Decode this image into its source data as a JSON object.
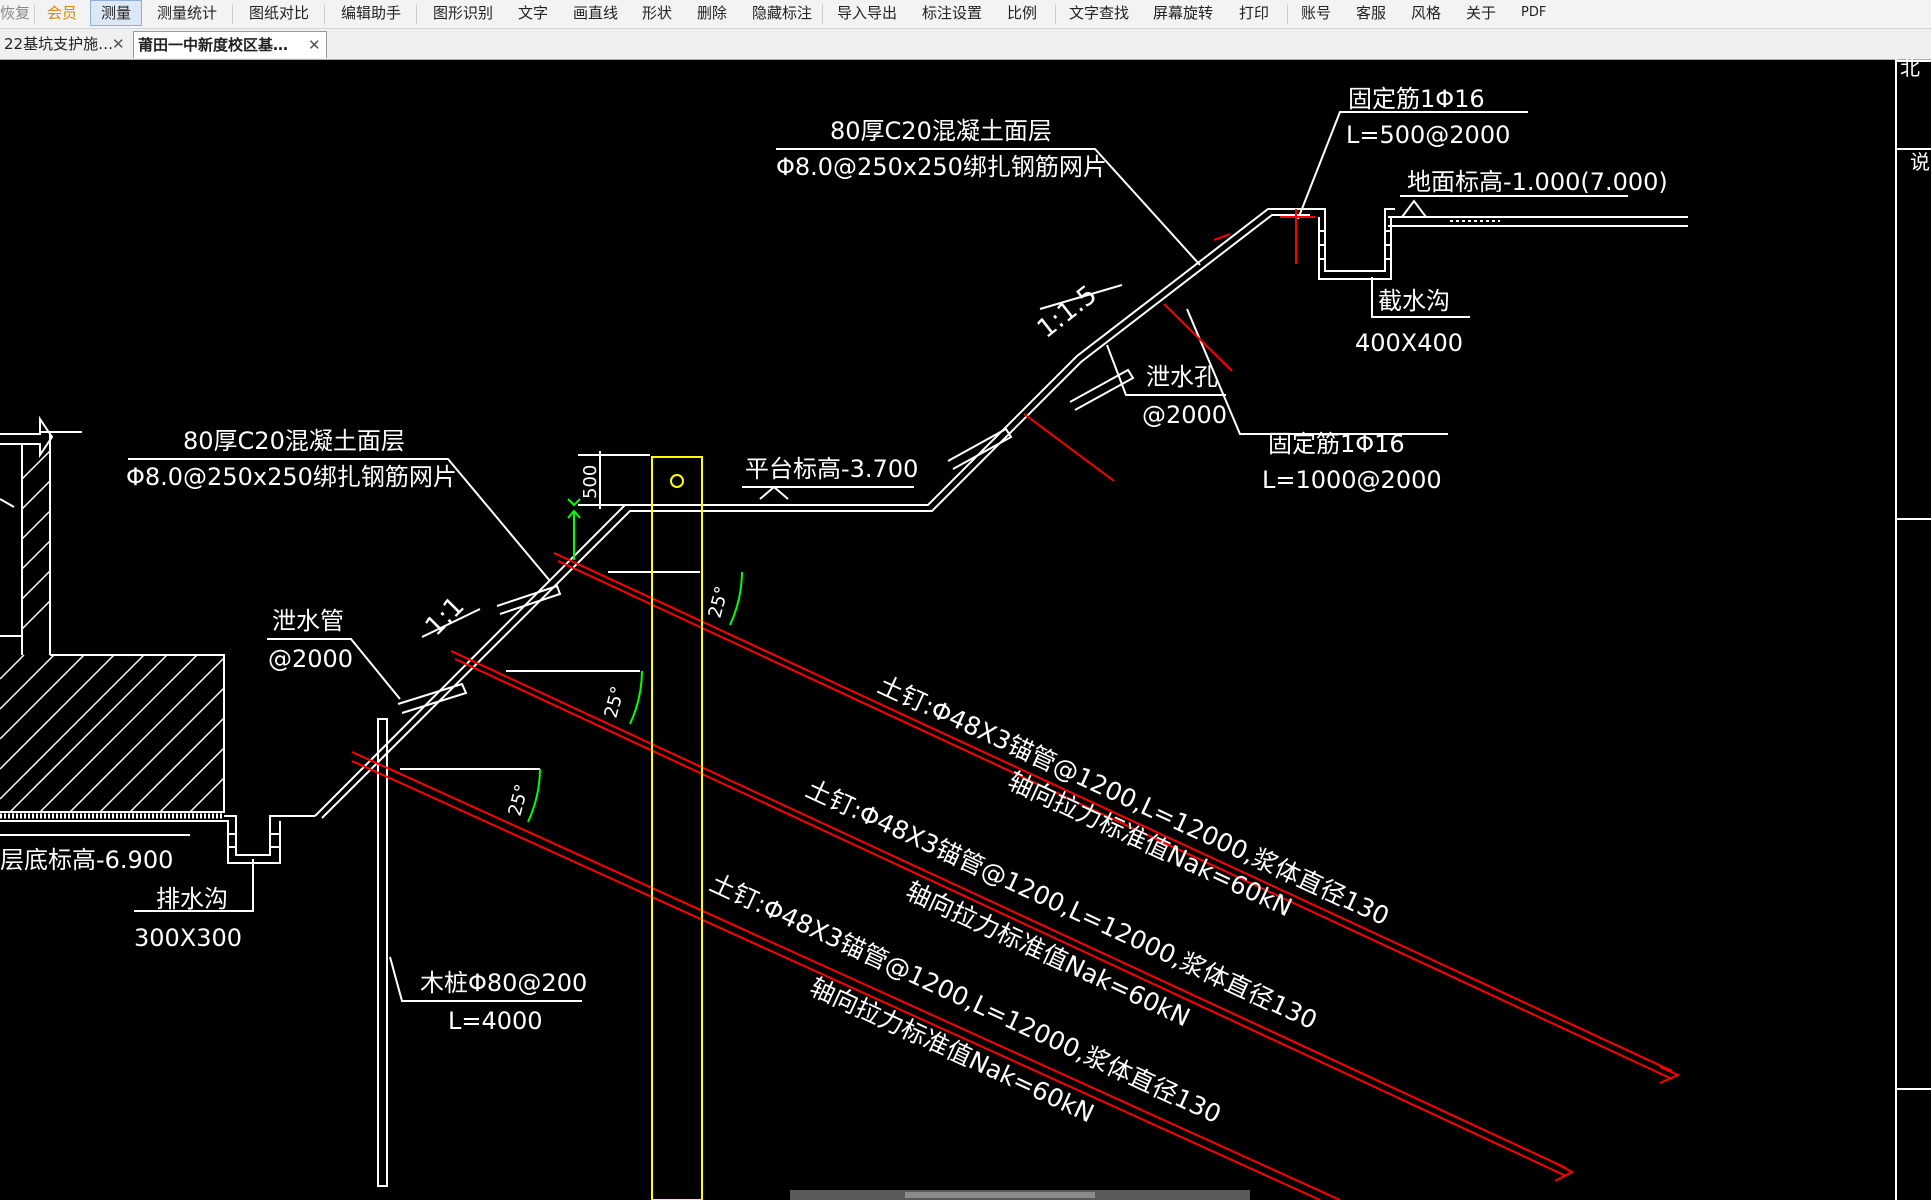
{
  "menu": {
    "restore": "恢复",
    "vip": "会员",
    "measure": "测量",
    "measure_stats": "测量统计",
    "compare": "图纸对比",
    "edit_helper": "编辑助手",
    "recognize": "图形识别",
    "text": "文字",
    "draw_line": "画直线",
    "shape": "形状",
    "delete": "删除",
    "hide_marks": "隐藏标注",
    "import_export": "导入导出",
    "mark_settings": "标注设置",
    "scale": "比例",
    "find_text": "文字查找",
    "rotate": "屏幕旋转",
    "print": "打印",
    "account": "账号",
    "service": "客服",
    "style": "风格",
    "about": "关于",
    "pdf": "PDF"
  },
  "tabs": [
    {
      "label": "22基坑支护施…"
    },
    {
      "label": "莆田一中新度校区基…"
    }
  ],
  "drawing": {
    "surface_top": "80厚C20混凝土面层",
    "mesh_top": "Φ8.0@250x250绑扎钢筋网片",
    "fix_bar_1": "固定筋1Φ16",
    "fix_bar_1_spec": "L=500@2000",
    "ground_level": "地面标高-1.000(7.000)",
    "intercept_ditch": "截水沟",
    "intercept_ditch_size": "400X400",
    "slope_upper": "1:1.5",
    "weep_hole": "泄水孔",
    "weep_hole_spacing": "@2000",
    "fix_bar_2": "固定筋1Φ16",
    "fix_bar_2_spec": "L=1000@2000",
    "surface_left": "80厚C20混凝土面层",
    "mesh_left": "Φ8.0@250x250绑扎钢筋网片",
    "dim_500": "500",
    "platform_level": "平台标高-3.700",
    "slope_lower": "1:1",
    "drain_pipe": "泄水管",
    "drain_pipe_spacing": "@2000",
    "angle_1": "25°",
    "angle_2": "25°",
    "angle_3": "25°",
    "bottom_level": "层底标高-6.900",
    "drain_ditch": "排水沟",
    "drain_ditch_size": "300X300",
    "timber_pile": "木桩Φ80@200",
    "timber_pile_len": "L=4000",
    "nail_1": "土钉:Φ48X3锚管@1200,L=12000,浆体直径130",
    "nail_1_force": "轴向拉力标准值Nak=60kN",
    "nail_2": "土钉:Φ48X3锚管@1200,L=12000,浆体直径130",
    "nail_2_force": "轴向拉力标准值Nak=60kN",
    "nail_3": "土钉:Φ48X3锚管@1200,L=12000,浆体直径130",
    "nail_3_force": "轴向拉力标准值Nak=60kN",
    "corner_label_1": "北",
    "corner_label_2": "说"
  },
  "colors": {
    "background": "#000000",
    "line": "#ffffff",
    "nail": "#ff0000",
    "angle_arc": "#00ff00",
    "pile": "#ffff00"
  }
}
